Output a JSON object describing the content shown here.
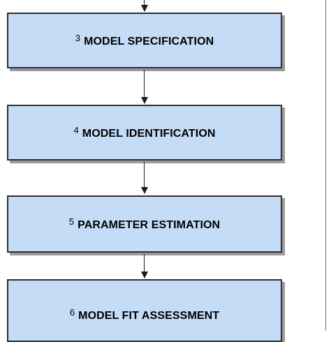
{
  "steps": [
    {
      "number": "3",
      "label": "MODEL SPECIFICATION"
    },
    {
      "number": "4",
      "label": "MODEL IDENTIFICATION"
    },
    {
      "number": "5",
      "label": "PARAMETER ESTIMATION"
    },
    {
      "number": "6",
      "label": "MODEL FIT ASSESSMENT"
    }
  ]
}
